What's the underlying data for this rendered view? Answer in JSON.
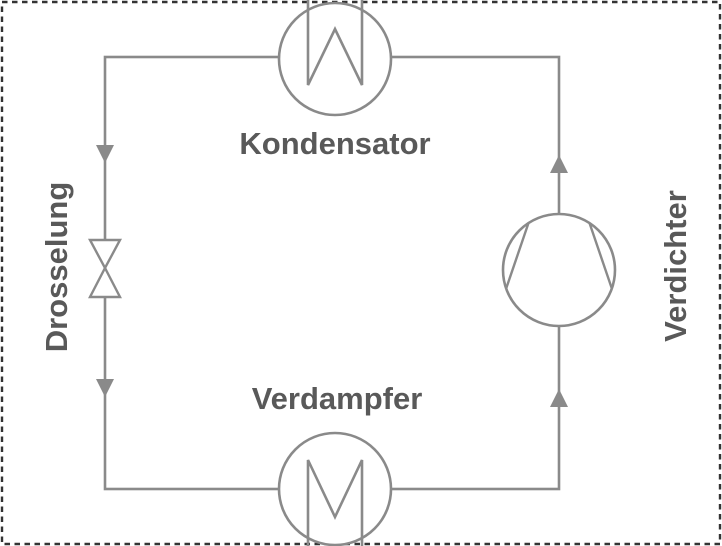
{
  "diagram": {
    "description": "Heat pump refrigeration cycle schematic",
    "labels": {
      "condenser": "Kondensator",
      "throttle": "Drosselung",
      "evaporator": "Verdampfer",
      "compressor": "Verdichter"
    },
    "icons": {
      "condenser": "circle-with-w-coil",
      "throttle": "bowtie-valve",
      "evaporator": "circle-with-m-coil",
      "compressor": "circle-with-converging-chords"
    },
    "flow": {
      "left_side": "down",
      "right_side": "up"
    },
    "colors": {
      "line": "#8a8a8a",
      "label_text": "#595959",
      "dashed_border": "#333333",
      "background": "#ffffff"
    }
  }
}
